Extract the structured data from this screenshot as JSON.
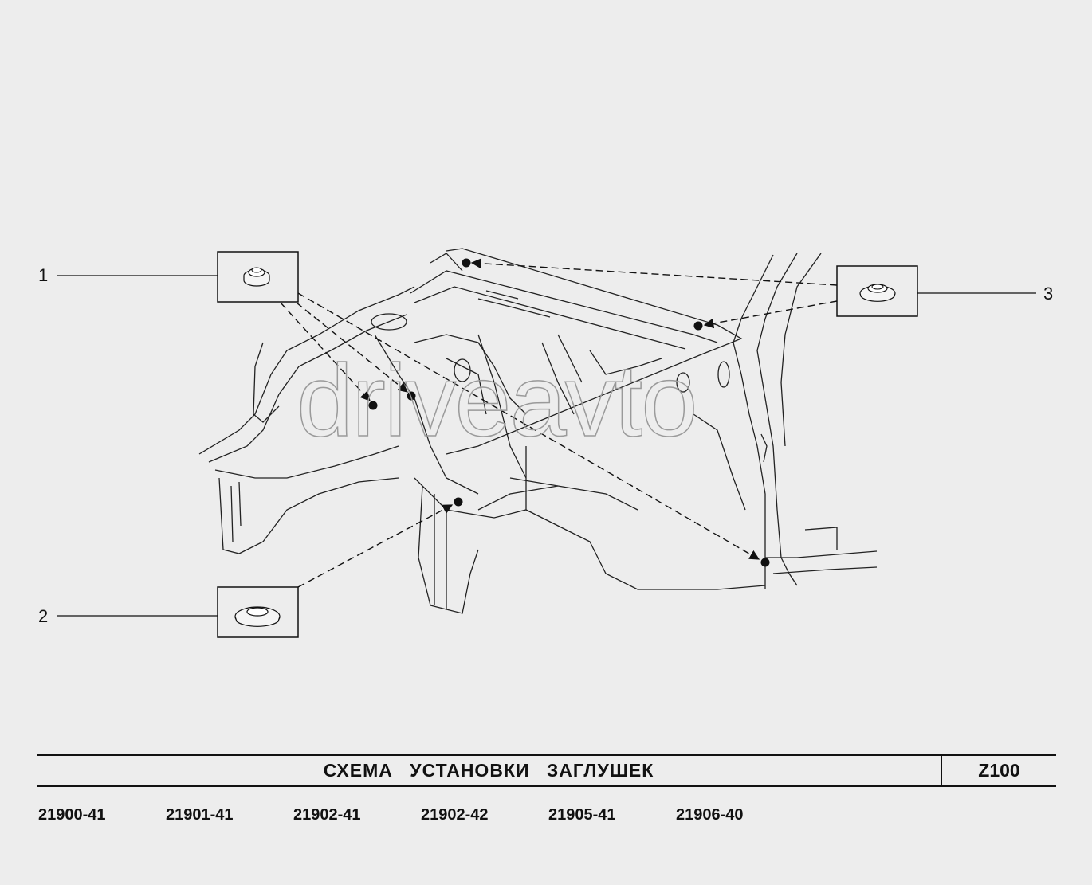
{
  "diagram": {
    "callouts": [
      {
        "id": "1",
        "label": "1"
      },
      {
        "id": "2",
        "label": "2"
      },
      {
        "id": "3",
        "label": "3"
      }
    ],
    "watermark": "driveavto"
  },
  "title_block": {
    "title": "СХЕМА УСТАНОВКИ ЗАГЛУШЕК",
    "code": "Z100"
  },
  "models": [
    "21900-41",
    "21901-41",
    "21902-41",
    "21902-42",
    "21905-41",
    "21906-40"
  ],
  "colors": {
    "background": "#ededed",
    "line": "#111111",
    "watermark": "#9a9a9a"
  }
}
